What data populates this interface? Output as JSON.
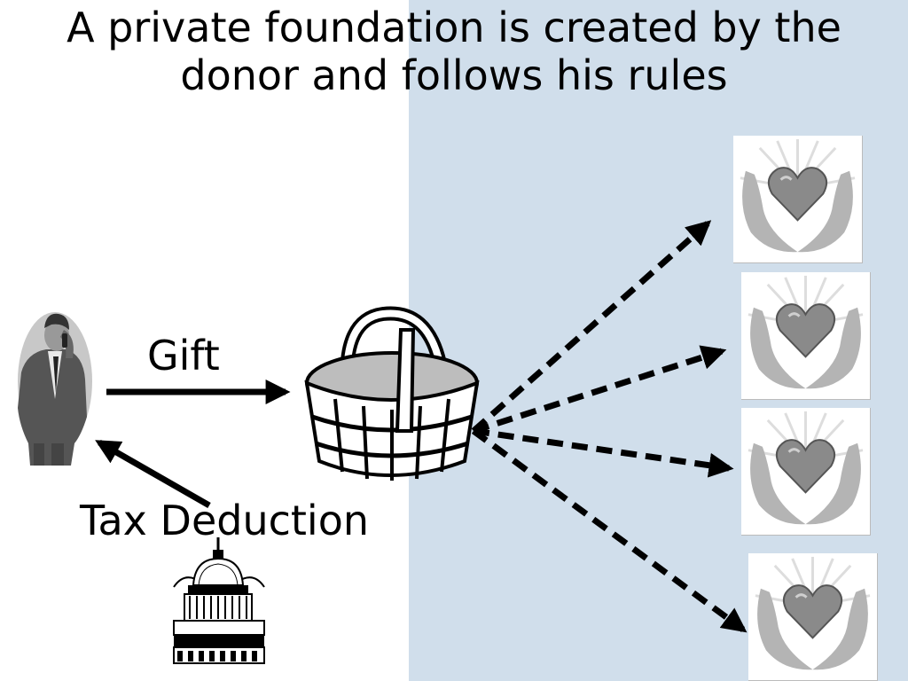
{
  "slide": {
    "title_line1": "A private foundation is created by the",
    "title_line2": "donor and follows his rules"
  },
  "labels": {
    "gift": "Gift",
    "tax_deduction": "Tax Deduction"
  },
  "icons": {
    "donor": "businessman-on-phone-icon",
    "foundation": "basket-icon",
    "government": "capitol-building-icon",
    "charity": "heart-in-hands-icon"
  },
  "colors": {
    "background": "#ffffff",
    "panel": "#d0deeb",
    "arrows": "#000000"
  }
}
